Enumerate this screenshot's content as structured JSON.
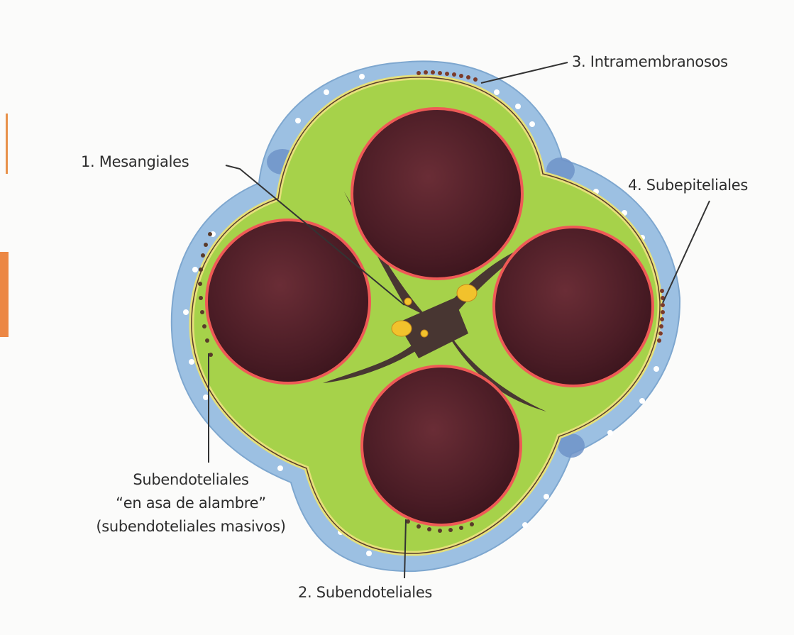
{
  "labels": {
    "mesangiales": "1. Mesangiales",
    "subendoteliales": "2. Subendoteliales",
    "intramembranosos": "3. Intramembranosos",
    "subepiteliales": "4. Subepiteliales",
    "wire_loop": [
      "Subendoteliales",
      "“en asa de alambre”",
      "(subendoteliales masivos)"
    ]
  },
  "colors": {
    "accent_orange": "#ec8744",
    "epithelium_blue": "#9cc0e2",
    "matrix_green": "#a6d24a",
    "capillary_dark": "#55222b",
    "endothelium_red": "#ee5a56",
    "basement_yellow": "#e6e07a"
  }
}
